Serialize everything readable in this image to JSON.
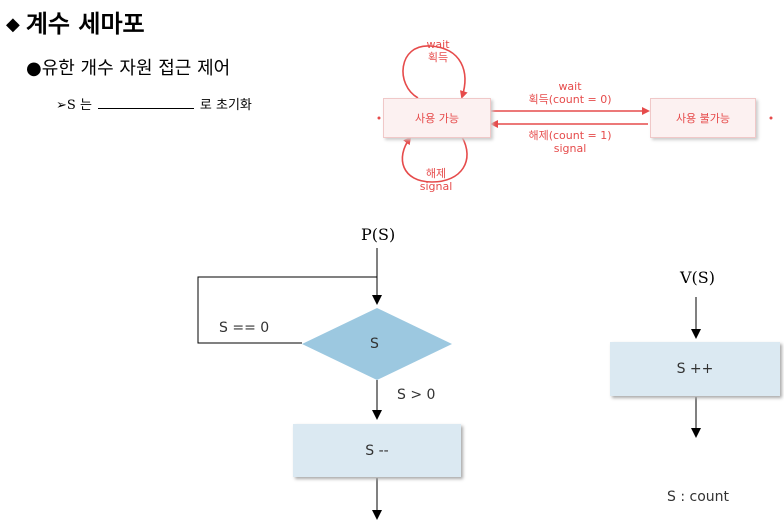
{
  "title": "계수 세마포",
  "bullet1": "유한 개수 자원 접근 제어",
  "bullet2": {
    "var": "S",
    "before": "는",
    "after": "로 초기화"
  },
  "state_diagram": {
    "state_available": "사용 가능",
    "state_unavailable": "사용 불가능",
    "loop_top": [
      "wait",
      "획득"
    ],
    "loop_bottom": [
      "해제",
      "signal"
    ],
    "arrow_forward": [
      "wait",
      "획득(count = 0)"
    ],
    "arrow_back": [
      "해제(count = 1)",
      "signal"
    ]
  },
  "p_flow": {
    "title": "P(S)",
    "condition": "S",
    "loop_label": "S == 0",
    "exit_label": "S > 0",
    "action": "S --"
  },
  "v_flow": {
    "title": "V(S)",
    "action": "S ++",
    "note": "S : count"
  },
  "colors": {
    "pink": "#e64b4b",
    "diamond": "#9cc8e0",
    "box": "#dbe9f2"
  }
}
